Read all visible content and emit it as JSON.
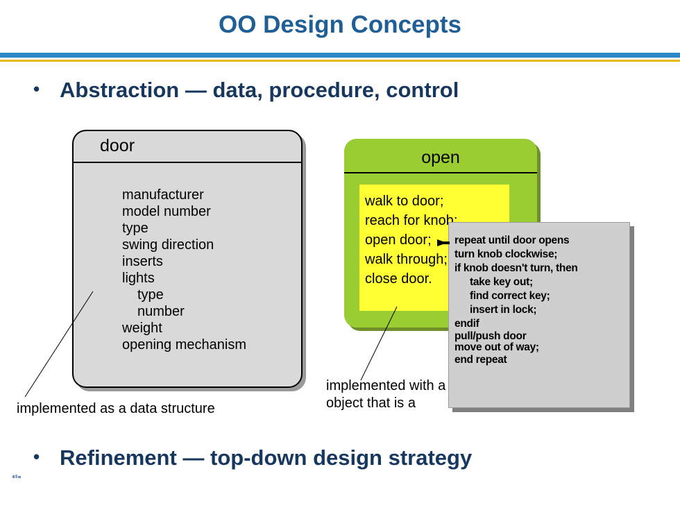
{
  "title": "OO Design Concepts",
  "bullets": {
    "abstraction": "Abstraction — data, procedure, control",
    "refinement": "Refinement — top-down design strategy",
    "glyph": "•"
  },
  "door": {
    "name": "door",
    "attributes": [
      "manufacturer",
      "model number",
      "type",
      "swing direction",
      "inserts",
      "lights",
      "type",
      "number",
      "weight",
      "opening mechanism"
    ],
    "caption": "implemented as a data structure"
  },
  "open": {
    "name": "open",
    "steps": [
      "walk to door;",
      "reach for knob;",
      "open door;",
      "walk through;",
      "close door."
    ],
    "caption_line1": "implemented with a",
    "caption_line2": "object that is a"
  },
  "refinement_popup": {
    "lines": [
      "repeat until door opens",
      "turn knob clockwise;",
      "if knob doesn't turn, then",
      "take key out;",
      "find correct key;",
      "insert in lock;",
      "endif",
      "pull/push door",
      "move out of way;",
      "end repeat"
    ]
  },
  "colors": {
    "title": "#1f5f95",
    "bullet_text": "#17375e",
    "rule_blue": "#2a86c7",
    "rule_yellow": "#e6b800",
    "door_fill": "#d9d9d9",
    "open_fill": "#9acd32",
    "open_body_fill": "#ffff33",
    "popup_fill": "#cfcfcf"
  }
}
